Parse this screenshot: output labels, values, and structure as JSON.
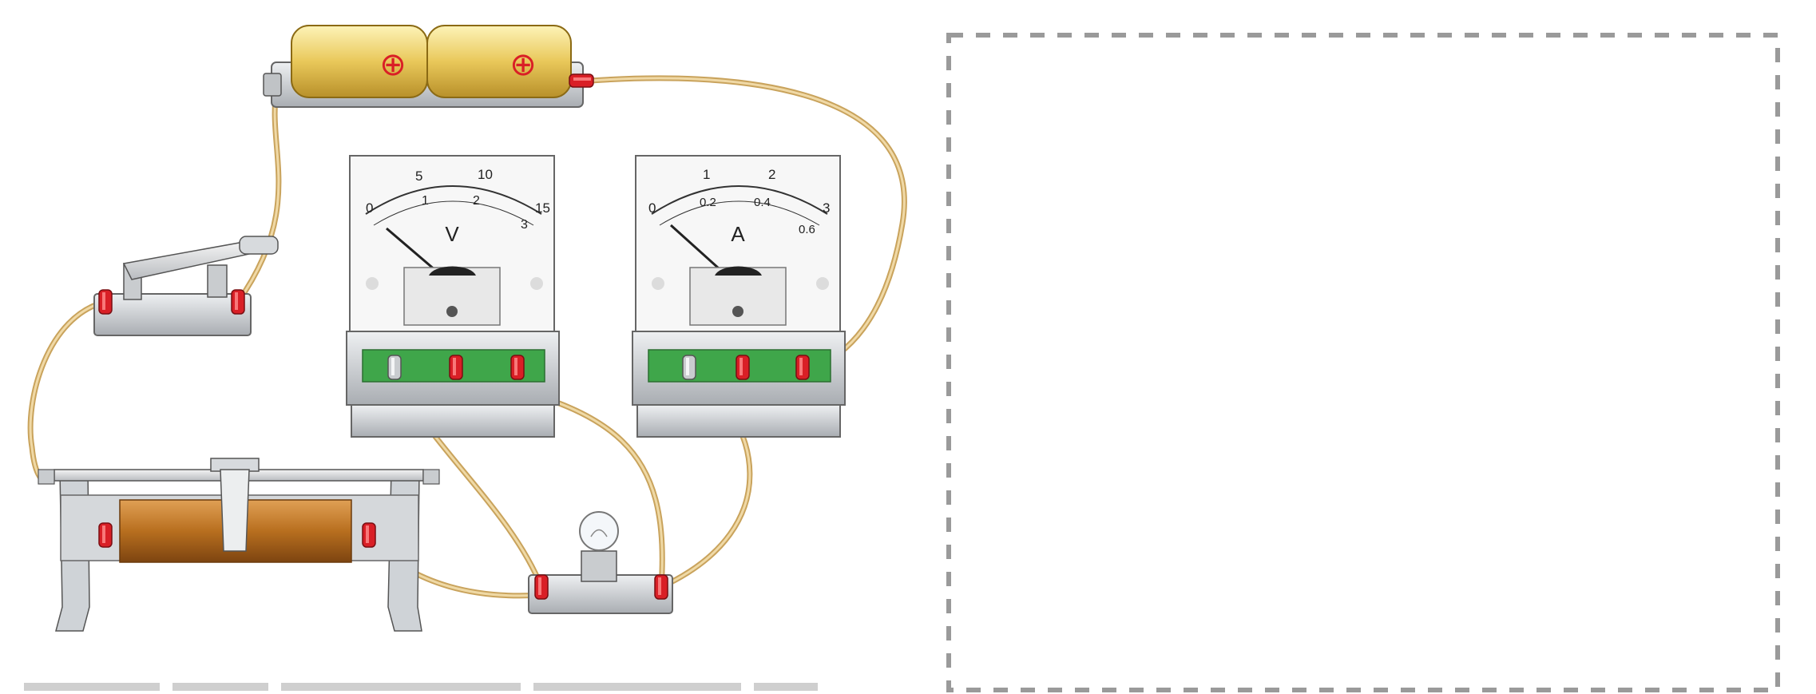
{
  "voltmeter": {
    "symbol": "V",
    "scale_upper": [
      "0",
      "5",
      "10",
      "15"
    ],
    "scale_lower": [
      "1",
      "2",
      "3"
    ]
  },
  "ammeter": {
    "symbol": "A",
    "scale_upper": [
      "0",
      "1",
      "2",
      "3"
    ],
    "scale_lower": [
      "0.2",
      "0.4",
      "0.6"
    ]
  },
  "battery": {
    "cell_mark": "⊕",
    "cells": 2
  },
  "colors": {
    "wire": "#e7c98a",
    "terminal_red": "#d91f26",
    "coil": "#b86f1f",
    "board_green": "#3fa64a",
    "dashed_border": "#9a9a9a"
  }
}
